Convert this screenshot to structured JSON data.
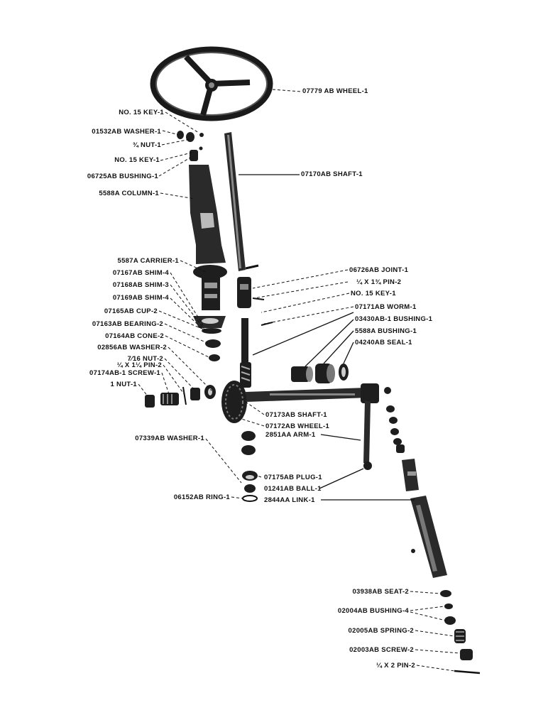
{
  "labels": {
    "wheel": "07779 AB WHEEL-1",
    "key_top": "NO. 15 KEY-1",
    "washer_01532": "01532AB WASHER-1",
    "nut_34": "¾ NUT-1",
    "key_mid": "NO. 15 KEY-1",
    "bushing_06725": "06725AB BUSHING-1",
    "column": "5588A COLUMN-1",
    "shaft_07170": "07170AB SHAFT-1",
    "carrier": "5587A CARRIER-1",
    "shim_07167": "07167AB SHIM-4",
    "shim_07168": "07168AB SHIM-3",
    "shim_07169": "07169AB SHIM-4",
    "cup": "07165AB CUP-2",
    "bearing": "07163AB BEARING-2",
    "cone": "07164AB CONE-2",
    "washer_02856": "02856AB WASHER-2",
    "nut_716": "7⁄16 NUT-2",
    "pin_14x114": "¼ X 1¼ PIN-2",
    "screw_07174": "07174AB-1 SCREW-1",
    "nut_1": "1 NUT-1",
    "joint": "06726AB JOINT-1",
    "pin_14x134": "¼ X 1¾ PIN-2",
    "key_low": "NO. 15 KEY-1",
    "worm": "07171AB WORM-1",
    "bushing_03430": "03430AB-1 BUSHING-1",
    "bushing_5588a": "5588A BUSHING-1",
    "seal": "04240AB SEAL-1",
    "shaft_07173": "07173AB SHAFT-1",
    "wheel_07172": "07172AB WHEEL-1",
    "arm": "2851AA ARM-1",
    "washer_07339": "07339AB WASHER-1",
    "plug": "07175AB PLUG-1",
    "ball": "01241AB BALL-1",
    "ring": "06152AB RING-1",
    "link": "2844AA LINK-1",
    "seat": "03938AB SEAT-2",
    "bushing_02004": "02004AB BUSHING-4",
    "spring": "02005AB SPRING-2",
    "screw_02003": "02003AB SCREW-2",
    "pin_14x2": "¼ X 2 PIN-2"
  }
}
